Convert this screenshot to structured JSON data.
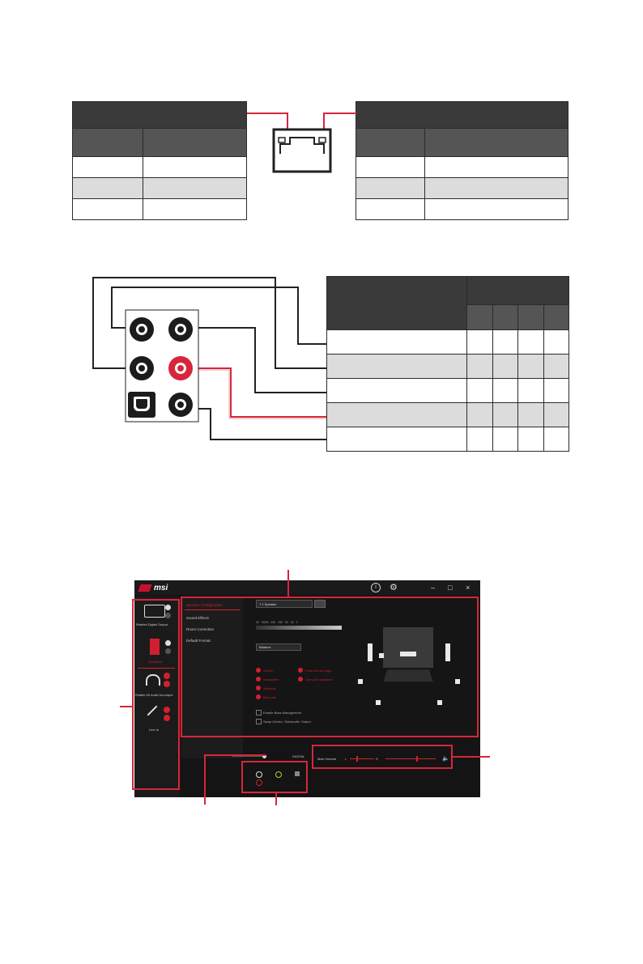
{
  "realtek_app": {
    "nav": [
      "Speaker Configuration",
      "Sound Effects",
      "Room Correction",
      "Default Format"
    ],
    "device_labels": [
      "Realtek Digital Output",
      "Speakers",
      "Realtek HD Audio 2nd output",
      "Line In"
    ],
    "speaker_config_value": "7.1 Speaker",
    "balance_value": "Balance",
    "optional_speakers": [
      "Center",
      "Subwoofer",
      "Side pair",
      "Rear pair"
    ],
    "fullrange_speakers": [
      "Front left and right",
      "Surround speakers"
    ],
    "checkbox_labels": [
      "Enable Bass Management",
      "Swap Center / Subwoofer Output"
    ],
    "main_volume_label": "Main Volume",
    "vol_left": "L",
    "vol_right": "R",
    "digital_label": "DIGITAL",
    "eq_ticks": [
      "63",
      "500M",
      "630",
      "250",
      "80",
      "30",
      "0"
    ]
  },
  "colors": {
    "accent_red": "#d7263a",
    "table_header": "#3a3a3a",
    "table_subheader": "#555555",
    "row_gray": "#dcdcdc"
  }
}
